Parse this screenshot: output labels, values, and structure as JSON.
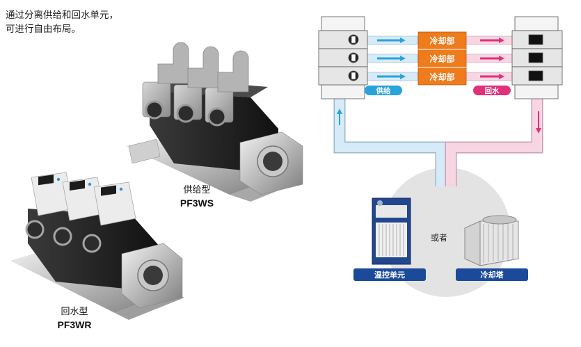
{
  "caption": {
    "line1": "通过分离供给和回水单元，",
    "line2": "可进行自由布局。"
  },
  "products": {
    "supply": {
      "name": "供给型",
      "model": "PF3WS"
    },
    "return": {
      "name": "回水型",
      "model": "PF3WR"
    }
  },
  "diagram": {
    "cooling_labels": [
      "冷却部",
      "冷却部",
      "冷却部"
    ],
    "supply_tag": "供给",
    "return_tag": "回水",
    "or_text": "或者",
    "chiller_label": "温控单元",
    "tower_label": "冷却塔"
  },
  "colors": {
    "cooling_orange": "#ee7b1c",
    "supply_blue": "#29a3db",
    "return_pink": "#e0307a",
    "label_navy": "#1b4a9a",
    "pipe_blue": "#d6ebf7",
    "pipe_pink": "#f7d5e3"
  }
}
